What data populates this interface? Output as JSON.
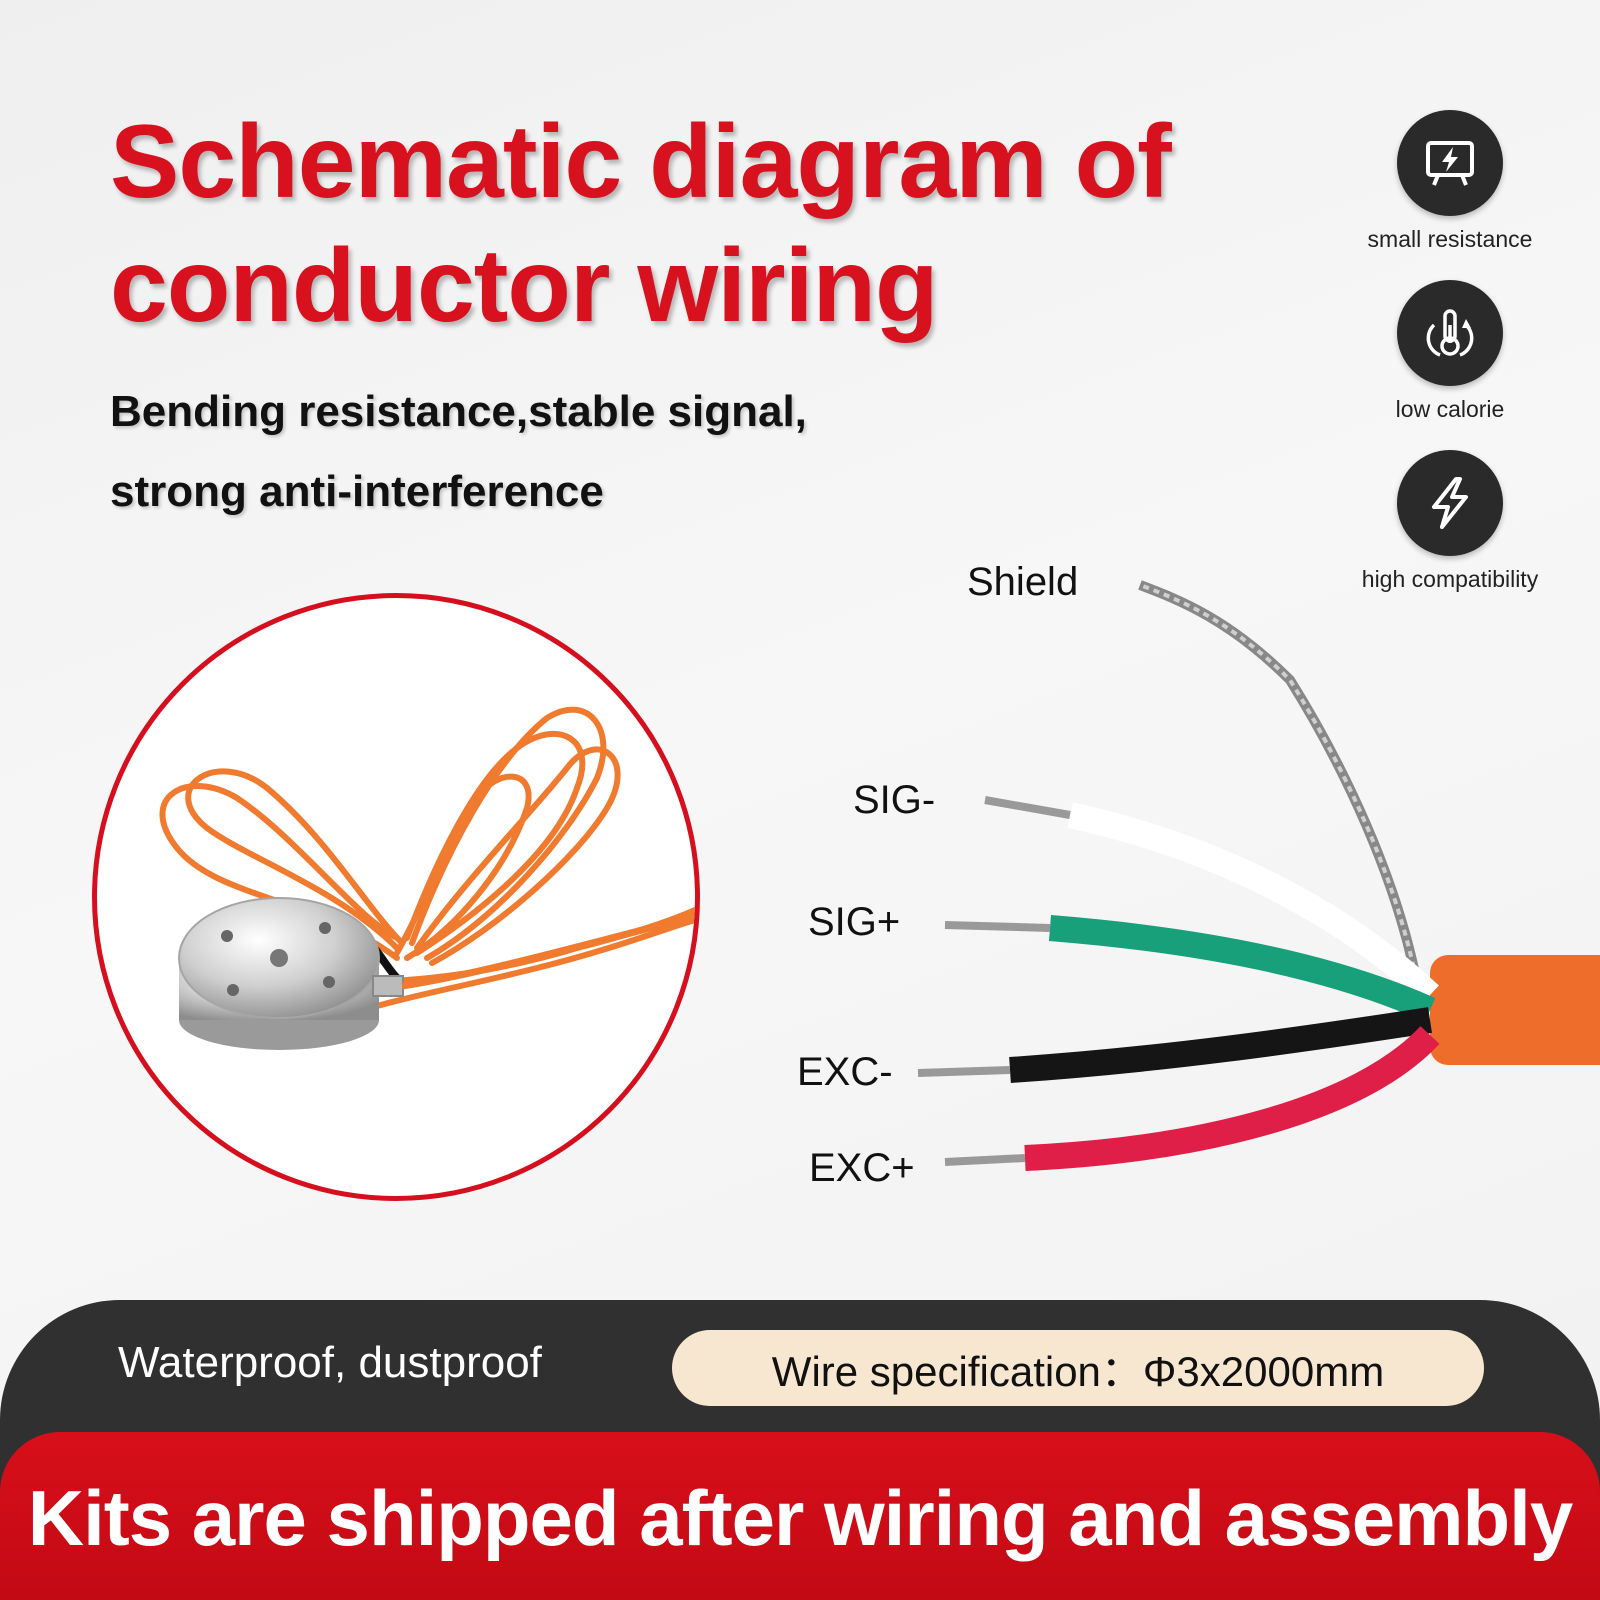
{
  "header": {
    "title_line1": "Schematic diagram of",
    "title_line2": "conductor wiring",
    "subtitle_line1": "Bending resistance,stable signal,",
    "subtitle_line2": "strong anti-interference"
  },
  "features": [
    {
      "icon": "monitor-lightning-icon",
      "label": "small resistance"
    },
    {
      "icon": "thermometer-icon",
      "label": "low calorie"
    },
    {
      "icon": "lightning-bolt-icon",
      "label": "high compatibility"
    }
  ],
  "wires": {
    "shield": "Shield",
    "sig_minus": "SIG-",
    "sig_plus": "SIG+",
    "exc_minus": "EXC-",
    "exc_plus": "EXC+",
    "colors": {
      "sheath": "#ef6d2a",
      "sig_minus": "#ffffff",
      "sig_plus": "#17a07a",
      "exc_minus": "#151515",
      "exc_plus": "#e01f49"
    }
  },
  "bottom": {
    "waterproof": "Waterproof, dustproof",
    "wire_spec": "Wire specification：Φ3x2000mm",
    "footer": "Kits are shipped after wiring and assembly"
  },
  "colors": {
    "accent": "#d8111e",
    "dark": "#303030",
    "pill": "#f8e7d0"
  }
}
